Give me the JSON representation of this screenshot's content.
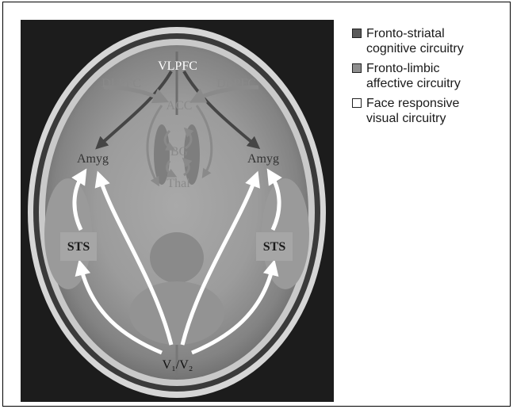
{
  "figure": {
    "regions": {
      "vlpfc": "VLPFC",
      "dlpfc_left": "DLPFC",
      "dlpfc_right": "DLPFC",
      "acc": "ACC",
      "bg": "BG",
      "thal": "Thal",
      "amyg_left": "Amyg",
      "amyg_right": "Amyg",
      "sts_left": "STS",
      "sts_right": "STS",
      "v1v2": "V₁/V₂"
    }
  },
  "legend": {
    "items": [
      {
        "line1": "Fronto-striatal",
        "line2": "cognitive circuitry",
        "color": "#5a5a5a"
      },
      {
        "line1": "Fronto-limbic",
        "line2": "affective circuitry",
        "color": "#8e8e8e"
      },
      {
        "line1": "Face responsive",
        "line2": "visual circuitry",
        "color": "#ffffff"
      }
    ]
  },
  "colors": {
    "cognitive_arrow": "#4a4a4a",
    "affective_arrow": "#8a8a8a",
    "visual_arrow": "#ffffff"
  }
}
